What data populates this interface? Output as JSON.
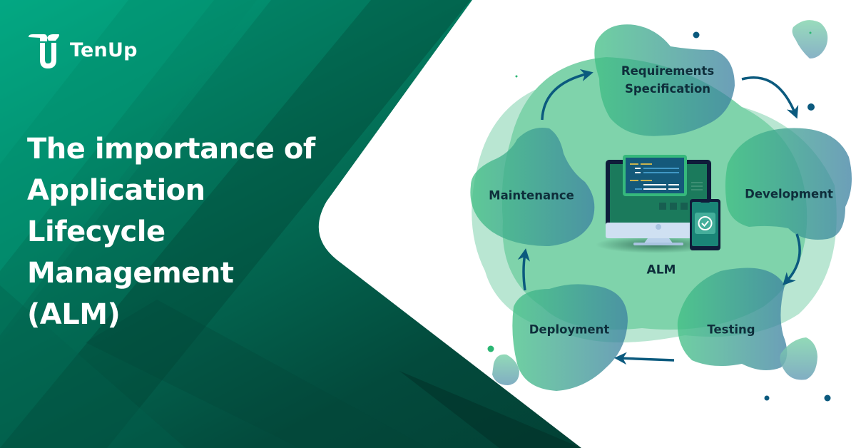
{
  "brand": {
    "name": "TenUp",
    "logo_icon": "tenup-logo-mark-icon"
  },
  "headline": {
    "lines": [
      "The importance of",
      "Application",
      "Lifecycle",
      "Management",
      "(ALM)"
    ]
  },
  "diagram": {
    "center_label": "ALM",
    "center_icon": "monitor-and-phone-icon",
    "steps": [
      {
        "label_line1": "Requirements",
        "label_line2": "Specification"
      },
      {
        "label_line1": "Development"
      },
      {
        "label_line1": "Testing"
      },
      {
        "label_line1": "Deployment"
      },
      {
        "label_line1": "Maintenance"
      }
    ],
    "flow_direction": "clockwise"
  },
  "colors": {
    "panel_dark": "#033b31",
    "panel_bright": "#02a17d",
    "blob_light": "#7fd3ab",
    "blob_pale": "#b9e6d2",
    "arrow": "#0b5a7e",
    "text_dark": "#0e2e3b"
  }
}
